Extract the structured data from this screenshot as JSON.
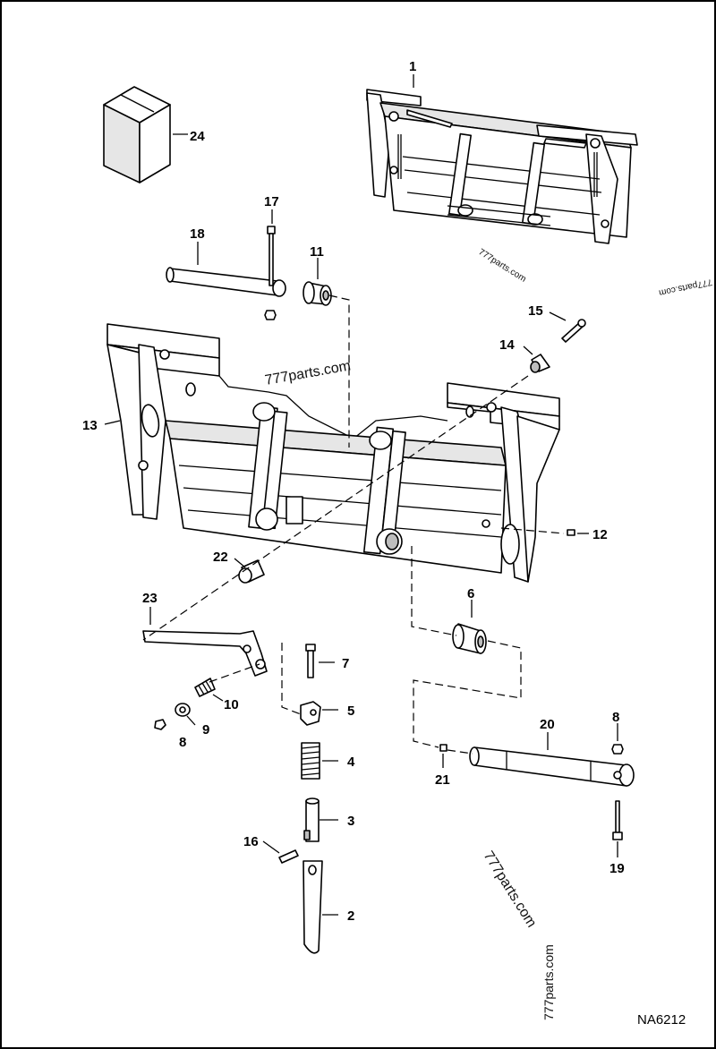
{
  "diagram": {
    "callouts": [
      {
        "id": "c1",
        "label": "1"
      },
      {
        "id": "c2",
        "label": "2"
      },
      {
        "id": "c3",
        "label": "3"
      },
      {
        "id": "c4",
        "label": "4"
      },
      {
        "id": "c5",
        "label": "5"
      },
      {
        "id": "c6",
        "label": "6"
      },
      {
        "id": "c7",
        "label": "7"
      },
      {
        "id": "c8a",
        "label": "8"
      },
      {
        "id": "c8b",
        "label": "8"
      },
      {
        "id": "c9",
        "label": "9"
      },
      {
        "id": "c10",
        "label": "10"
      },
      {
        "id": "c11",
        "label": "11"
      },
      {
        "id": "c12",
        "label": "12"
      },
      {
        "id": "c13",
        "label": "13"
      },
      {
        "id": "c14",
        "label": "14"
      },
      {
        "id": "c15",
        "label": "15"
      },
      {
        "id": "c16",
        "label": "16"
      },
      {
        "id": "c17",
        "label": "17"
      },
      {
        "id": "c18",
        "label": "18"
      },
      {
        "id": "c19",
        "label": "19"
      },
      {
        "id": "c20",
        "label": "20"
      },
      {
        "id": "c21",
        "label": "21"
      },
      {
        "id": "c22",
        "label": "22"
      },
      {
        "id": "c23",
        "label": "23"
      },
      {
        "id": "c24",
        "label": "24"
      }
    ],
    "watermarks": {
      "w1": "777parts.com",
      "w2": "777parts.com",
      "w3": "777parts.com",
      "w4": "777parts.com",
      "w5": "777parts.com"
    },
    "drawing_code": "NA6212"
  }
}
